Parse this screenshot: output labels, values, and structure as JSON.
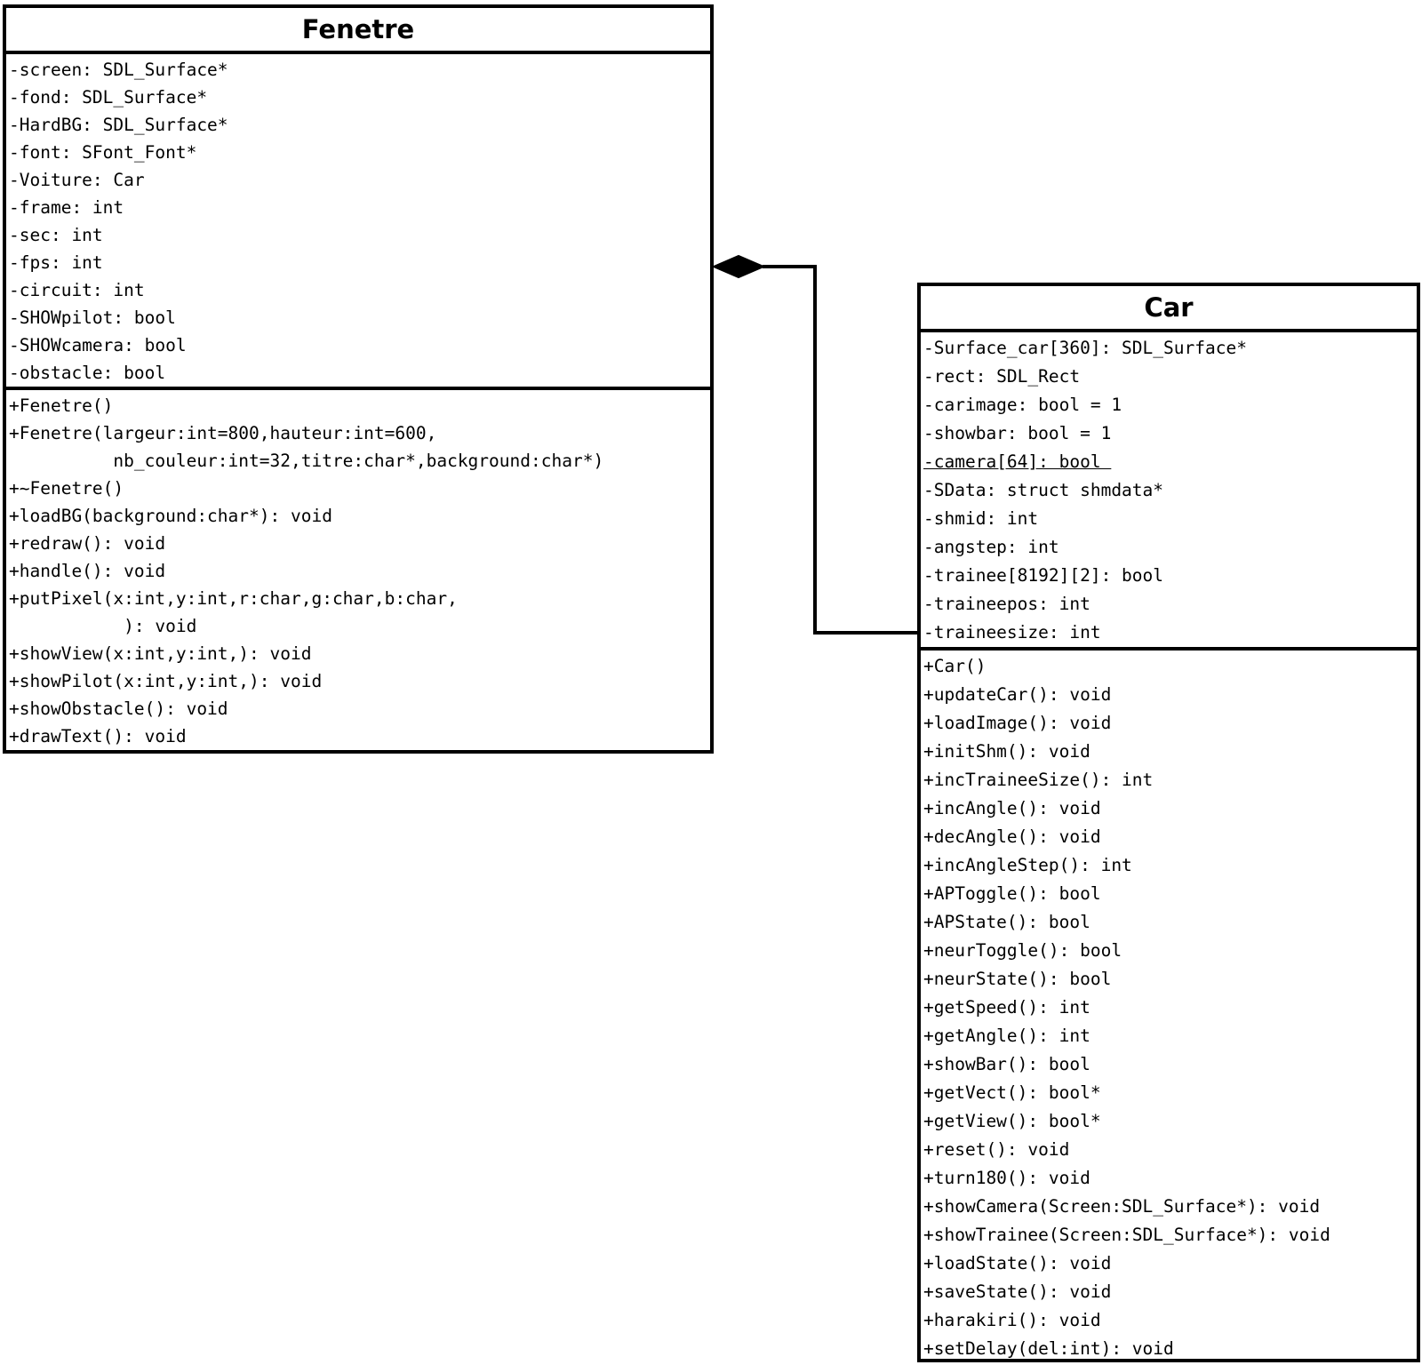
{
  "diagram": {
    "kind": "uml-class-diagram",
    "background_color": "#ffffff",
    "line_color": "#000000",
    "classes": [
      {
        "name": "Fenetre",
        "attributes": [
          "-screen: SDL_Surface*",
          "-fond: SDL_Surface*",
          "-HardBG: SDL_Surface*",
          "-font: SFont_Font*",
          "-Voiture: Car",
          "-frame: int",
          "-sec: int",
          "-fps: int",
          "-circuit: int",
          "-SHOWpilot: bool",
          "-SHOWcamera: bool",
          "-obstacle: bool"
        ],
        "methods": [
          "+Fenetre()",
          "+Fenetre(largeur:int=800,hauteur:int=600,\n          nb_couleur:int=32,titre:char*,background:char*)",
          "+~Fenetre()",
          "+loadBG(background:char*): void",
          "+redraw(): void",
          "+handle(): void",
          "+putPixel(x:int,y:int,r:char,g:char,b:char,\n           ): void",
          "+showView(x:int,y:int,): void",
          "+showPilot(x:int,y:int,): void",
          "+showObstacle(): void",
          "+drawText(): void"
        ]
      },
      {
        "name": "Car",
        "attributes": [
          "-Surface_car[360]: SDL_Surface*",
          "-rect: SDL_Rect",
          "-carimage: bool = 1",
          "-showbar: bool = 1",
          {
            "text": "-camera[64]: bool ",
            "underline": true
          },
          "-SData: struct shmdata*",
          "-shmid: int",
          "-angstep: int",
          "-trainee[8192][2]: bool",
          "-traineepos: int",
          "-traineesize: int"
        ],
        "methods": [
          "+Car()",
          "+updateCar(): void",
          "+loadImage(): void",
          "+initShm(): void",
          "+incTraineeSize(): int",
          "+incAngle(): void",
          "+decAngle(): void",
          "+incAngleStep(): int",
          "+APToggle(): bool",
          "+APState(): bool",
          "+neurToggle(): bool",
          "+neurState(): bool",
          "+getSpeed(): int",
          "+getAngle(): int",
          "+showBar(): bool",
          "+getVect(): bool*",
          "+getView(): bool*",
          "+reset(): void",
          "+turn180(): void",
          "+showCamera(Screen:SDL_Surface*): void",
          "+showTrainee(Screen:SDL_Surface*): void",
          "+loadState(): void",
          "+saveState(): void",
          "+harakiri(): void",
          "+setDelay(del:int): void"
        ]
      }
    ],
    "relationship": {
      "type": "aggregation",
      "diamond_end": "Fenetre",
      "other_end": "Car"
    }
  }
}
